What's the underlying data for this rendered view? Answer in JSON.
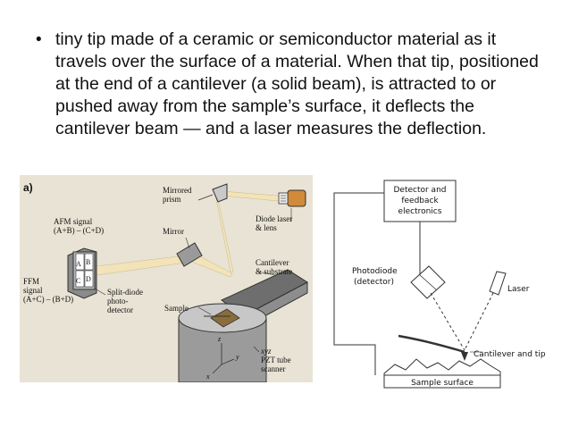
{
  "slide": {
    "bullet_symbol": "•",
    "bullet_text": "tiny tip made of a ceramic or semiconductor material as it travels over the surface of a material. When that tip, positioned at the end of a cantilever (a solid beam), is attracted to or pushed away from the sample’s surface, it deflects the cantilever beam — and a laser measures the deflection."
  },
  "figure_a": {
    "panel_label": "a)",
    "mirrored_prism": [
      "Mirrored",
      "prism"
    ],
    "afm_signal": [
      "AFM signal",
      "(A+B) – (C+D)"
    ],
    "mirror": "Mirror",
    "diode_laser": [
      "Diode laser",
      "& lens"
    ],
    "quadrants": [
      "A",
      "B",
      "C",
      "D"
    ],
    "ffm_signal": [
      "FFM",
      "signal",
      "(A+C) – (B+D)"
    ],
    "split_diode": [
      "Split-diode",
      "photo-",
      "detector"
    ],
    "cantilever": [
      "Cantilever",
      "& substrate"
    ],
    "sample": "Sample",
    "scanner": [
      "xyz",
      "PZT tube",
      "scanner"
    ],
    "axes": [
      "z",
      "y",
      "x"
    ]
  },
  "figure_b": {
    "detector_box": [
      "Detector and",
      "feedback",
      "electronics"
    ],
    "photodiode": [
      "Photodiode",
      "(detector)"
    ],
    "laser": "Laser",
    "cantilever_tip": "Cantilever and tip",
    "sample_surface": "Sample surface"
  },
  "colors": {
    "panel_bg": "#e8e3d4",
    "text": "#111111",
    "beam": "#f3e3b8",
    "laser_red": "#c8442a"
  }
}
